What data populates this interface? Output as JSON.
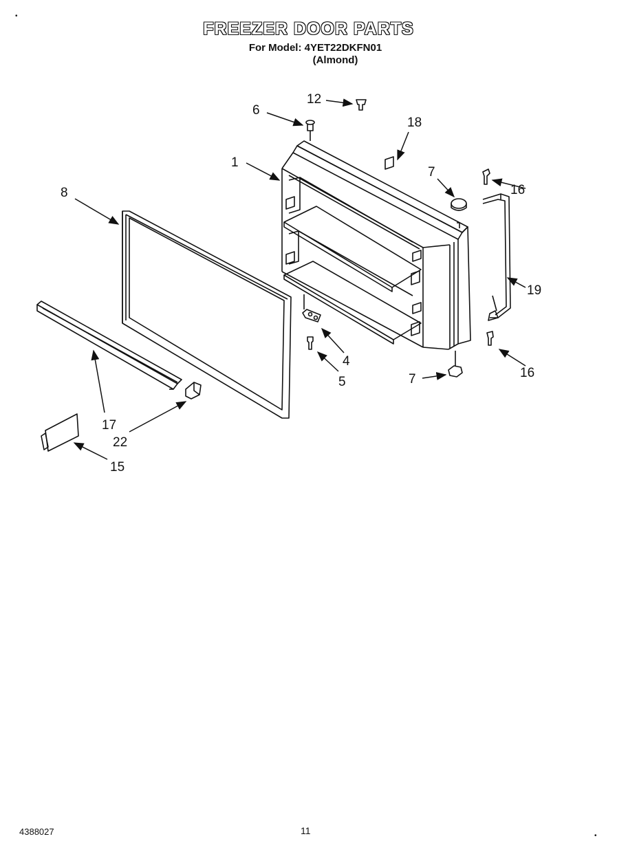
{
  "header": {
    "title": "FREEZER DOOR PARTS",
    "model_line": "For Model: 4YET22DKFN01",
    "color_line": "(Almond)"
  },
  "footer": {
    "doc_number": "4388027",
    "page_number": "11"
  },
  "callouts": {
    "c1": "1",
    "c4": "4",
    "c5": "5",
    "c6": "6",
    "c7a": "7",
    "c7b": "7",
    "c8": "8",
    "c12": "12",
    "c15": "15",
    "c16a": "16",
    "c16b": "16",
    "c17": "17",
    "c18": "18",
    "c19": "19",
    "c22": "22"
  }
}
